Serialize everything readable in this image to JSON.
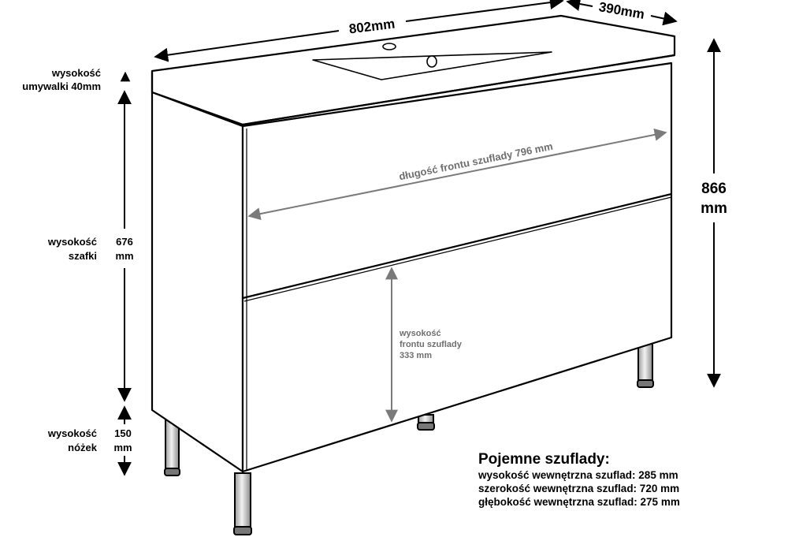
{
  "dimensions": {
    "width": "802mm",
    "depth": "390mm",
    "height_value": "866",
    "height_unit": "mm",
    "sink_height_line1": "wysokość",
    "sink_height_line2": "umywalki 40mm",
    "cabinet_height_line1": "wysokość",
    "cabinet_height_line2": "szafki",
    "cabinet_height_value": "676",
    "cabinet_height_unit": "mm",
    "legs_height_line1": "wysokość",
    "legs_height_line2": "nóżek",
    "legs_height_value": "150",
    "legs_height_unit": "mm",
    "drawer_front_length": "długość frontu szuflady 796 mm",
    "drawer_front_height_line1": "wysokość",
    "drawer_front_height_line2": "frontu szuflady",
    "drawer_front_height_line3": "333 mm"
  },
  "drawers_info": {
    "title": "Pojemne szuflady:",
    "lines": [
      "wysokość wewnętrzna szuflad: 285 mm",
      "szerokość wewnętrzna szuflad: 720 mm",
      "głębokość wewnętrzna szuflad: 275 mm"
    ]
  },
  "colors": {
    "line": "#000000",
    "dimension_grey": "#7a7a7a",
    "background": "#ffffff"
  }
}
